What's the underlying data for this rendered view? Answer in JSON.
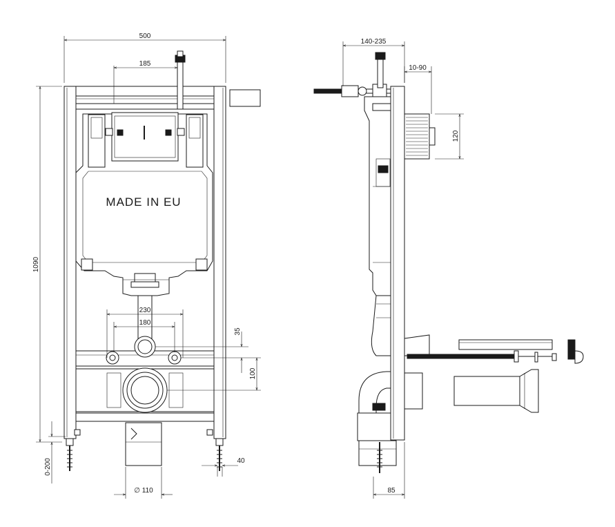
{
  "front_view": {
    "label_made_in": "MADE IN EU",
    "dimensions": {
      "width_total": "500",
      "top_offset": "185",
      "height_total": "1090",
      "adjust_range": "0-200",
      "bolt_spacing_outer": "230",
      "bolt_spacing_inner": "180",
      "vertical_35": "35",
      "vertical_100": "100",
      "foot_40": "40",
      "pipe_diameter": "∅ 110"
    }
  },
  "side_view": {
    "dimensions": {
      "depth_range": "140-235",
      "offset_range": "10-90",
      "height_120": "120",
      "base_85": "85"
    }
  }
}
